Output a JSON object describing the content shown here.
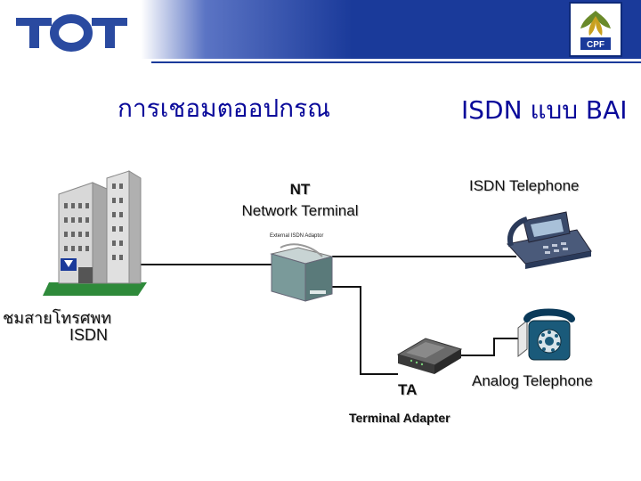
{
  "slide": {
    "title_thai": "การเชอมตออปกรณ",
    "title_isdn": "ISDN แบบ BAI"
  },
  "logos": {
    "left_text": "TOT",
    "right_text": "CPF"
  },
  "labels": {
    "nt_line1": "NT",
    "nt_line2": "Network Terminal",
    "nt_device_caption": "External ISDN Adaptor",
    "isdn_telephone": "ISDN Telephone",
    "exchange_line1": "ชมสายโทรศพท",
    "exchange_line2": "ISDN",
    "analog_telephone": "Analog Telephone",
    "ta_short": "TA",
    "ta_long": "Terminal Adapter"
  },
  "colors": {
    "header_blue": "#1a3a9a",
    "title_blue": "#0a0a9a",
    "logo_blue": "#2a4aa0",
    "line_color": "#111111"
  }
}
